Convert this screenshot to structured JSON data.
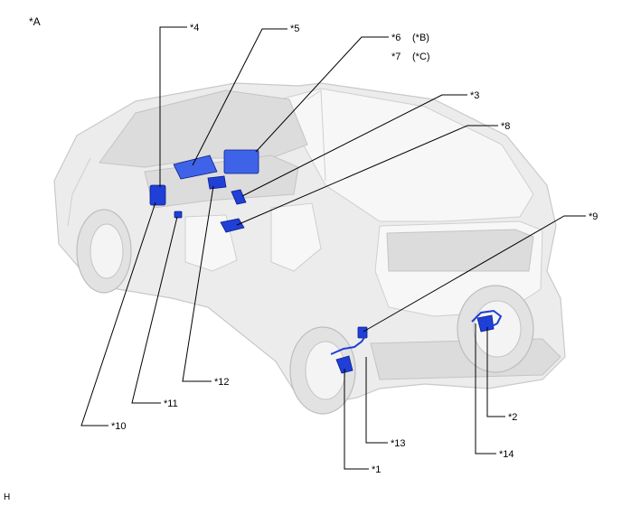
{
  "figure": {
    "view_label": "*A",
    "footer_code": "H"
  },
  "callouts": {
    "c1": "*1",
    "c2": "*2",
    "c3": "*3",
    "c4": "*4",
    "c5": "*5",
    "c6": "*6",
    "c6_note": "(*B)",
    "c7": "*7",
    "c7_note": "(*C)",
    "c8": "*8",
    "c9": "*9",
    "c10": "*10",
    "c11": "*11",
    "c12": "*12",
    "c13": "*13",
    "c14": "*14"
  },
  "colors": {
    "highlight": "#1f3fd6",
    "vehicle": "#ececec",
    "leader_line": "#000000"
  }
}
